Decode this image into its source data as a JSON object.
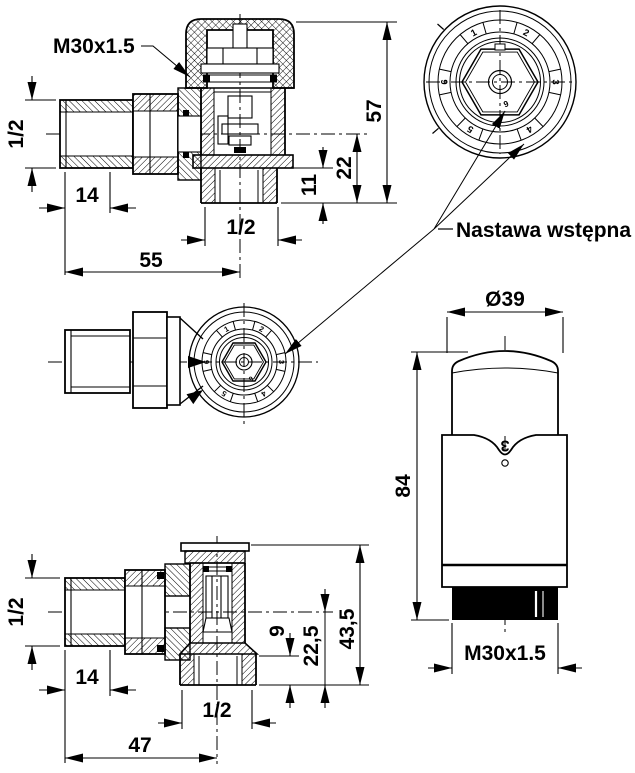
{
  "ann": {
    "valve_thread_label": "M30x1.5",
    "preset_label": "Nastawa wstępna"
  },
  "top_valve": {
    "pipe_size": "1/2",
    "thread_length": "14",
    "total_length": "55",
    "outlet_size": "1/2",
    "outlet_length": "11",
    "axis_to_end": "22",
    "height": "57"
  },
  "bottom_valve": {
    "pipe_size": "1/2",
    "thread_length": "14",
    "total_length": "47",
    "outlet_size": "1/2",
    "outlet_length": "9",
    "axis_to_end": "22,5",
    "height": "43,5"
  },
  "head": {
    "diameter": "Ø39",
    "height": "84",
    "thread": "M30x1.5",
    "setting": "3"
  },
  "dial": {
    "numbers": [
      "1",
      "2",
      "3",
      "4",
      "5",
      "6"
    ],
    "indicator": "6"
  }
}
